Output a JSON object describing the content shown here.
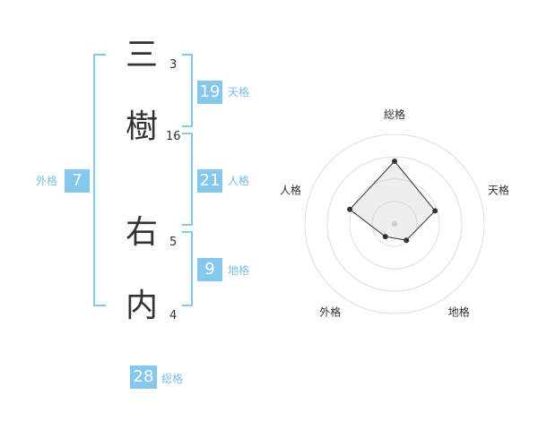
{
  "name": {
    "chars": [
      {
        "char": "三",
        "strokes": "3"
      },
      {
        "char": "樹",
        "strokes": "16"
      },
      {
        "char": "右",
        "strokes": "5"
      },
      {
        "char": "内",
        "strokes": "4"
      }
    ]
  },
  "kakusu": {
    "tenkaku": {
      "value": "19",
      "label": "天格"
    },
    "jinkaku": {
      "value": "21",
      "label": "人格"
    },
    "chikaku": {
      "value": "9",
      "label": "地格"
    },
    "gaikaku": {
      "value": "7",
      "label": "外格"
    },
    "soukaku": {
      "value": "28",
      "label": "総格"
    }
  },
  "colors": {
    "accent": "#86c7ee",
    "label": "#7bbde6",
    "text": "#333333"
  },
  "chart_data": {
    "type": "radar",
    "axes": [
      "総格",
      "天格",
      "地格",
      "外格",
      "人格"
    ],
    "values": [
      28,
      19,
      9,
      7,
      21
    ],
    "rings": 4,
    "grid": true
  }
}
